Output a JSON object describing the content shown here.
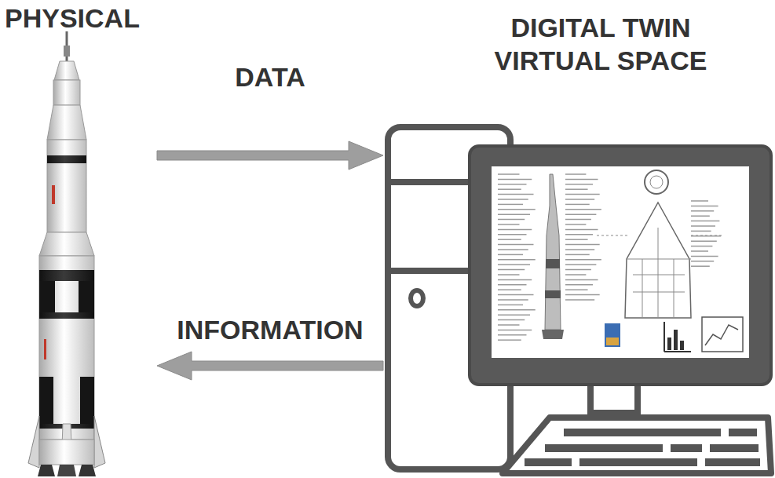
{
  "diagram": {
    "nodes": [
      {
        "text": [
          "PHYSICAL"
        ]
      },
      {
        "text": [
          "DIGITAL TWIN VIRTUAL SPACE"
        ]
      }
    ],
    "edges": [
      {
        "from": 0,
        "to": 1,
        "label": "DATA",
        "arrow": "to"
      },
      {
        "from": 1,
        "to": 0,
        "label": "INFORMATION",
        "arrow": "to"
      }
    ]
  }
}
